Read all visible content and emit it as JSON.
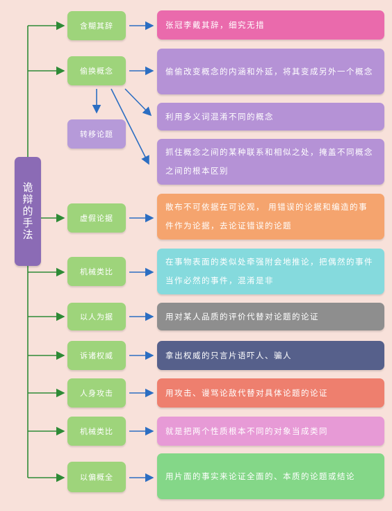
{
  "root": {
    "label": "诡辩的手法"
  },
  "methods": [
    {
      "label": "含糊其辞",
      "desc": "张冠李戴其辞，细究无措",
      "color": "#ea6aac"
    },
    {
      "label": "偷换概念",
      "desc": "偷偷改变概念的内涵和外延，将其变成另外一个概念",
      "color": "#b592d6"
    },
    {
      "label": "虚假论据",
      "desc": "散布不可依据在可论观， 用错误的论据和编造的事件作为论据，去论证错误的论题",
      "color": "#f5a46e"
    },
    {
      "label": "机械类比",
      "desc": "在事物表面的类似处牵强附会地推论，把偶然的事件当作必然的事件，混淆是非",
      "color": "#85dadd"
    },
    {
      "label": "以人为据",
      "desc": "用对某人品质的评价代替对论题的论证",
      "color": "#8e8e8e"
    },
    {
      "label": "诉诸权威",
      "desc": "拿出权威的只言片语吓人、骗人",
      "color": "#56608b"
    },
    {
      "label": "人身攻击",
      "desc": "用攻击、谩骂论敌代替对具体论题的论证",
      "color": "#ee7f6e"
    },
    {
      "label": "机械类比",
      "desc": "就是把两个性质根本不同的对象当成类同",
      "color": "#e79ad6"
    },
    {
      "label": "以偏概全",
      "desc": "用片面的事实来论证全面的、本质的论题或结论",
      "color": "#84d788"
    }
  ],
  "sub_node": {
    "label": "转移论题"
  },
  "sub_descs": [
    {
      "desc": "利用多义词混淆不同的概念",
      "color": "#b592d6"
    },
    {
      "desc": "抓住概念之间的某种联系和相似之处，掩盖不同概念之间的根本区别",
      "color": "#b592d6"
    }
  ]
}
